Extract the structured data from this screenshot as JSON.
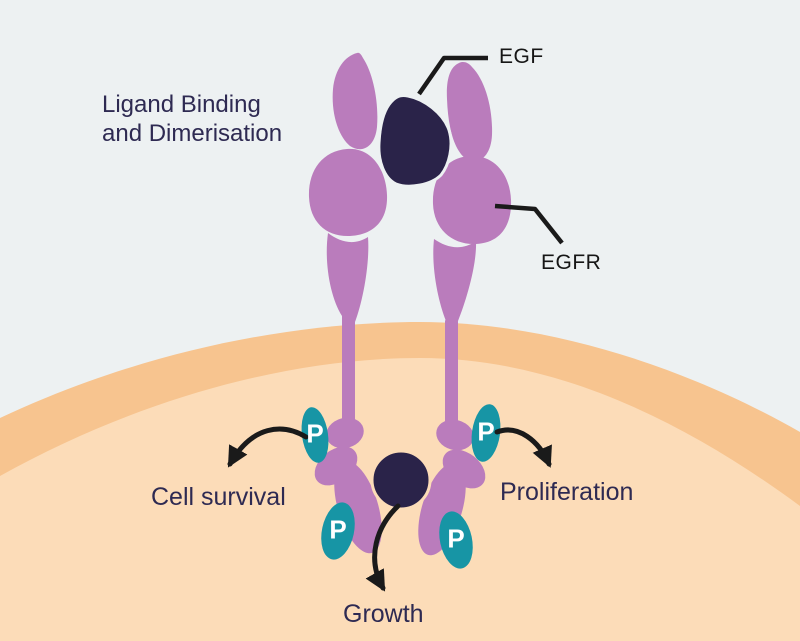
{
  "title": {
    "line1": "Ligand Binding",
    "line2": "and Dimerisation"
  },
  "labels": {
    "egf": "EGF",
    "egfr": "EGFR",
    "cell_survival": "Cell survival",
    "proliferation": "Proliferation",
    "growth": "Growth",
    "phosphate": "P"
  },
  "colors": {
    "background": "#edf1f2",
    "membrane_band": "#f7c48f",
    "cytoplasm": "#fcdcb8",
    "receptor_purple": "#ba7cbc",
    "ligand_navy": "#2a2349",
    "signal_navy": "#2a2349",
    "phosphate_teal": "#1795a5",
    "arrow_black": "#1a1a1a",
    "heading_text": "#2e2a52",
    "annotation_text": "#161616",
    "phosphate_text": "#ffffff"
  }
}
